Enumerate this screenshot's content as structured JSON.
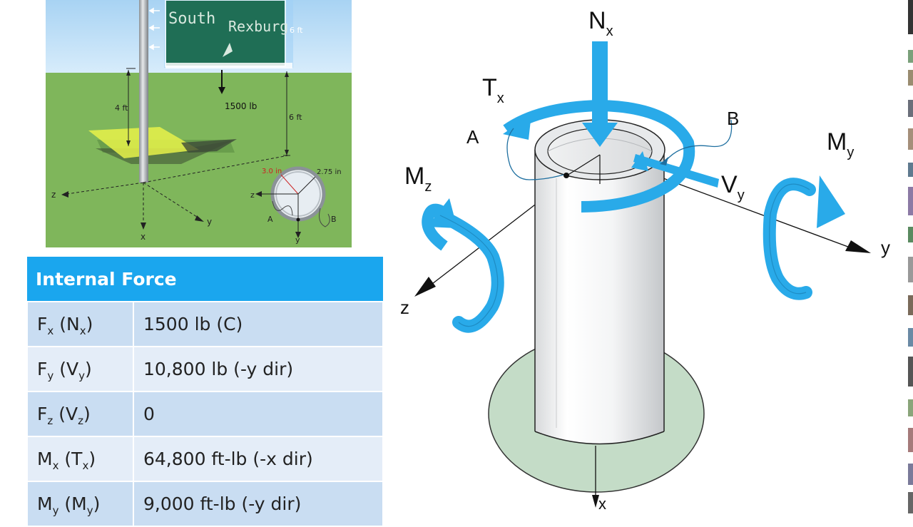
{
  "scene": {
    "sign_text_1": "South",
    "sign_text_2": "Rexburg",
    "sign_height": "6 ft",
    "height_left": "4 ft",
    "height_right": "6 ft",
    "load": "1500 lb",
    "axis_z": "z",
    "axis_y": "y",
    "axis_x": "x",
    "outer_radius": "3.0 in",
    "inner_radius": "2.75 in",
    "point_a": "A",
    "point_b": "B",
    "section_axis_y": "y",
    "section_axis_z": "z"
  },
  "table": {
    "header": "Internal Force",
    "rows": [
      {
        "q_main": "F",
        "q_sub": "x",
        "q_alt_main": "N",
        "q_alt_sub": "x",
        "value": "1500 lb (C)"
      },
      {
        "q_main": "F",
        "q_sub": "y",
        "q_alt_main": "V",
        "q_alt_sub": "y",
        "value": "10,800 lb (-y dir)"
      },
      {
        "q_main": "F",
        "q_sub": "z",
        "q_alt_main": "V",
        "q_alt_sub": "z",
        "value": "0"
      },
      {
        "q_main": "M",
        "q_sub": "x",
        "q_alt_main": "T",
        "q_alt_sub": "x",
        "value": "64,800 ft-lb (-x dir)"
      },
      {
        "q_main": "M",
        "q_sub": "y",
        "q_alt_main": "M",
        "q_alt_sub": "y",
        "value": "9,000 ft-lb (-y dir)"
      }
    ]
  },
  "diagram": {
    "nx_main": "N",
    "nx_sub": "x",
    "tx_main": "T",
    "tx_sub": "x",
    "mz_main": "M",
    "mz_sub": "z",
    "my_main": "M",
    "my_sub": "y",
    "vy_main": "V",
    "vy_sub": "y",
    "point_a": "A",
    "point_b": "B",
    "axis_y": "y",
    "axis_z": "z",
    "axis_x": "x"
  },
  "colors": {
    "arrow_blue": "#29aae9",
    "header_blue": "#1aa6ee",
    "row_dark": "#c9ddf2",
    "row_light": "#e4edf8",
    "base_green": "#c4dcc7",
    "grass": "#7fb65b",
    "sky": "#b9dcf4",
    "sign_green": "#1f6e55"
  }
}
